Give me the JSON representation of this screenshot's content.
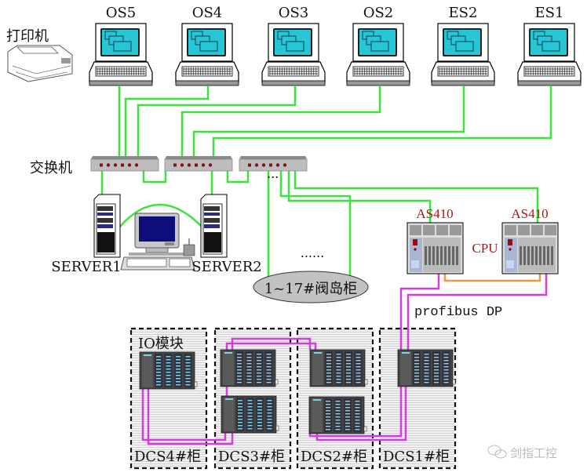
{
  "title": "DCS network architecture",
  "colors": {
    "ethernet": "#3ee23e",
    "profibus": "#d63be0",
    "redundancy_link": "#e89a4a",
    "screen": "#27c6d6",
    "label_red": "#b01515",
    "cabinet_bg": "#e6e6e6"
  },
  "printer": {
    "label": "打印机"
  },
  "workstations": [
    {
      "label": "OS5"
    },
    {
      "label": "OS4"
    },
    {
      "label": "OS3"
    },
    {
      "label": "OS2"
    },
    {
      "label": "ES2"
    },
    {
      "label": "ES1"
    }
  ],
  "switch_group": {
    "label": "交换机",
    "count": 3,
    "extra_ports_ellipsis": "..."
  },
  "servers": [
    {
      "label": "SERVER1"
    },
    {
      "label": "SERVER2"
    }
  ],
  "valve_island": {
    "label": "1~17#阀岛柜",
    "ellipsis": "......"
  },
  "controllers": [
    {
      "label": "AS410"
    },
    {
      "label": "AS410"
    }
  ],
  "cpu_label": "CPU",
  "bus_label": "profibus DP",
  "io_module_label": "IO模块",
  "cabinets": [
    {
      "label": "DCS4#柜",
      "racks": 1
    },
    {
      "label": "DCS3#柜",
      "racks": 2
    },
    {
      "label": "DCS2#柜",
      "racks": 2
    },
    {
      "label": "DCS1#柜",
      "racks": 1
    }
  ],
  "watermark": {
    "text": "剑指工控",
    "icon": "wechat-icon"
  }
}
